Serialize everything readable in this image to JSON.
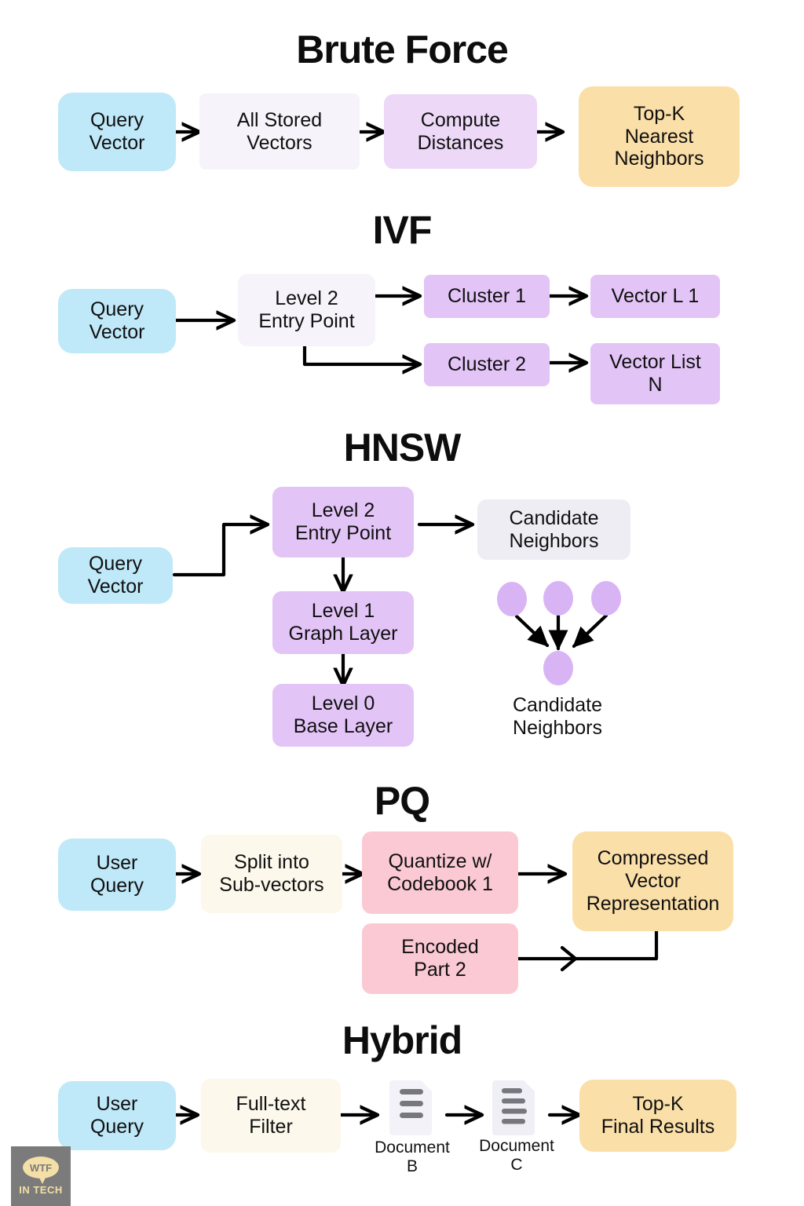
{
  "sections": [
    {
      "title": "Brute Force",
      "nodes": [
        {
          "label": "Query\nVector"
        },
        {
          "label": "All Stored\nVectors"
        },
        {
          "label": "Compute\nDistances"
        },
        {
          "label": "Top-K\nNearest\nNeighbors"
        }
      ]
    },
    {
      "title": "IVF",
      "nodes": [
        {
          "label": "Query\nVector"
        },
        {
          "label": "Level 2\nEntry Point"
        },
        {
          "label": "Cluster 1"
        },
        {
          "label": "Vector L  1"
        },
        {
          "label": "Cluster 2"
        },
        {
          "label": "Vector List\nN"
        }
      ]
    },
    {
      "title": "HNSW",
      "nodes": [
        {
          "label": "Query\nVector"
        },
        {
          "label": "Level 2\nEntry Point"
        },
        {
          "label": "Level 1\nGraph Layer"
        },
        {
          "label": "Level 0\nBase Layer"
        },
        {
          "label": "Candidate\nNeighbors"
        }
      ],
      "cluster_caption": "Candidate\nNeighbors"
    },
    {
      "title": "PQ",
      "nodes": [
        {
          "label": "User\nQuery"
        },
        {
          "label": "Split into\nSub-vectors"
        },
        {
          "label": "Quantize w/\nCodebook 1"
        },
        {
          "label": "Compressed\nVector\nRepresentation"
        },
        {
          "label": "Encoded\nPart 2"
        }
      ]
    },
    {
      "title": "Hybrid",
      "nodes": [
        {
          "label": "User\nQuery"
        },
        {
          "label": "Full-text\nFilter"
        },
        {
          "label": "Top-K\nFinal Results"
        }
      ],
      "documents": [
        {
          "caption": "Document\nB",
          "lines": 3
        },
        {
          "caption": "Document\nC",
          "lines": 4
        }
      ]
    }
  ],
  "logo": {
    "bubble_text": "WTF",
    "sub_text": "IN TECH"
  },
  "colors": {
    "blue": "#BFE8F8",
    "white_lav": "#F6F3FA",
    "lavender": "#EDD8F7",
    "orange": "#FBDFA8",
    "purple": "#E3C4F7",
    "pink": "#FBC9D4",
    "cream": "#FDF8EC",
    "ghost": "#EFEDF4",
    "arrow": "#000000",
    "text": "#101010"
  }
}
